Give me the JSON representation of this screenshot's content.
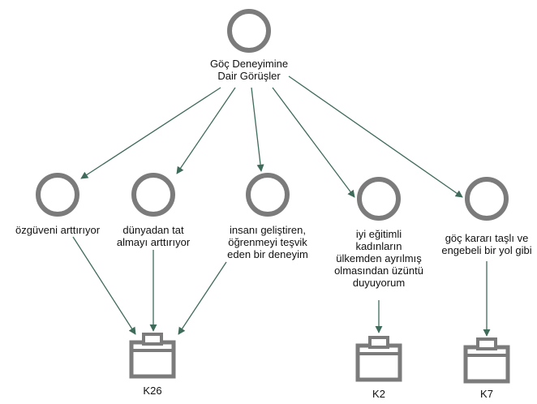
{
  "diagram": {
    "root": {
      "label_line1": "Göç Deneyimine",
      "label_line2": "Dair Görüşler"
    },
    "opinions": [
      {
        "id": "op1",
        "lines": [
          "özgüveni arttırıyor"
        ]
      },
      {
        "id": "op2",
        "lines": [
          "dünyadan tat",
          "almayı arttırıyor"
        ]
      },
      {
        "id": "op3",
        "lines": [
          "insanı geliştiren,",
          "öğrenmeyi teşvik",
          "eden bir deneyim"
        ]
      },
      {
        "id": "op4",
        "lines": [
          "iyi eğitimli",
          "kadınların",
          "ülkemden ayrılmış",
          "olmasından üzüntü",
          "duyuyorum"
        ]
      },
      {
        "id": "op5",
        "lines": [
          "göç kararı taşlı ve",
          "engebeli bir yol gibi"
        ]
      }
    ],
    "documents": [
      {
        "id": "K26",
        "label": "K26"
      },
      {
        "id": "K2",
        "label": "K2"
      },
      {
        "id": "K7",
        "label": "K7"
      }
    ],
    "colors": {
      "ring": "#7b7b7b",
      "edge": "#3f6b5a",
      "text": "#111111"
    }
  }
}
